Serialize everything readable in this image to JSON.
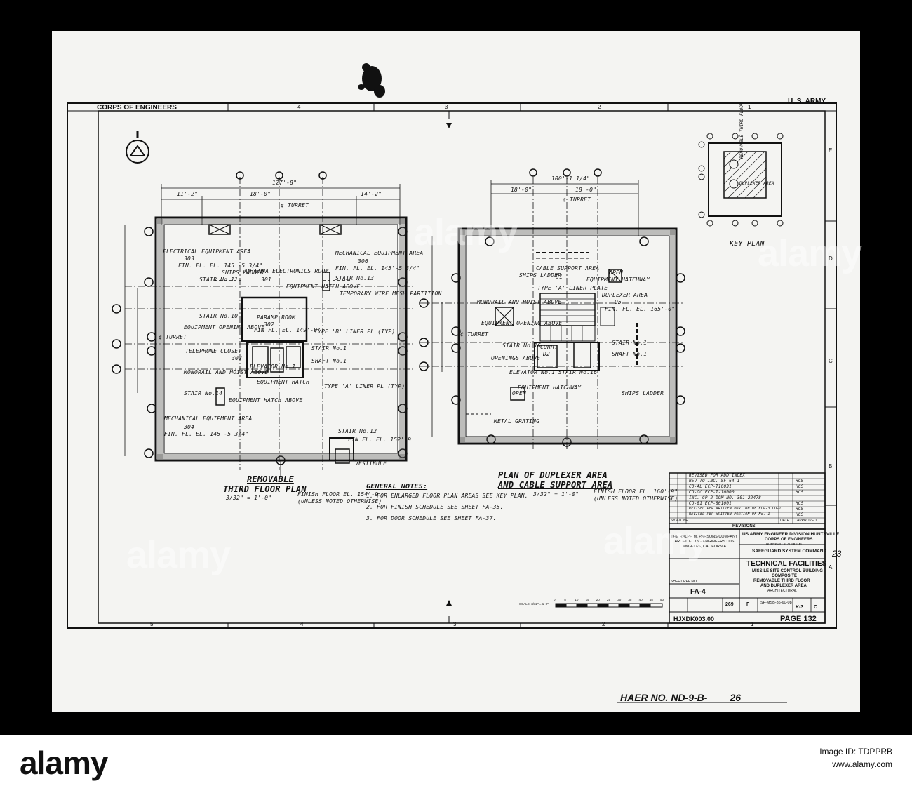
{
  "sheet": {
    "header_left": "CORPS OF ENGINEERS",
    "header_right": "U. S. ARMY",
    "zone_columns_top": [
      "4",
      "3",
      "2",
      "1"
    ],
    "zone_columns_bottom": [
      "5",
      "4",
      "3",
      "2",
      "1"
    ],
    "zone_rows": [
      "E",
      "D",
      "C",
      "B",
      "A"
    ],
    "page": "PAGE 132",
    "drawing_code": "HJXDK003.00",
    "side_number": "23",
    "haer_no": "HAER NO. ND-9-B-",
    "haer_suffix": "26"
  },
  "left_plan": {
    "title_line1": "REMOVABLE",
    "title_line2": "THIRD FLOOR PLAN",
    "scale": "3/32\" = 1'-0\"",
    "finish": "FINISH FLOOR EL. 154'-9",
    "unless": "(UNLESS NOTED OTHERWISE)",
    "dim_overall": "127'-8\"",
    "dim_a": "11'-2\"",
    "dim_b": "18'-0\"",
    "dim_c": "14'-2\"",
    "turret": "¢ TURRET",
    "rooms": [
      {
        "name": "ELECTRICAL EQUIPMENT AREA",
        "num": "303",
        "el": "FIN. FL. EL. 145'-5 3/4\""
      },
      {
        "name": "MECHANICAL EQUIPMENT AREA",
        "num": "306",
        "el": "FIN. FL. EL. 145'-5 3/4\""
      },
      {
        "name": "ANTENNA ELECTRONICS ROOM",
        "num": "301",
        "el": ""
      },
      {
        "name": "PARAMP ROOM",
        "num": "302",
        "el": "FIN FL. EL. 149'-9\""
      },
      {
        "name": "TELEPHONE CLOSET",
        "num": "302",
        "el": ""
      },
      {
        "name": "MECHANICAL EQUIPMENT AREA",
        "num": "304",
        "el": "FIN. FL. EL. 145'-5 3/4\""
      }
    ],
    "callouts": [
      "STAIR No.11",
      "SHIPS LADDER",
      "EQUIPMENT HATCH ABOVE",
      "STAIR No.13",
      "TEMPORARY WIRE MESH PARTITION",
      "STAIR No.10",
      "EQUIPMENT OPENING ABOVE",
      "TYPE 'B' LINER PL (TYP)",
      "STAIR No.1",
      "SHAFT No.1",
      "ELEVATOR No.1",
      "MONORAIL AND HOIST ABOVE",
      "EQUIPMENT HATCH",
      "STAIR No.14",
      "EQUIPMENT HATCH ABOVE",
      "TYPE 'A' LINER PL (TYP)",
      "STAIR No.12",
      "FIN FL. EL. 152'-9",
      "VESTIBULE"
    ]
  },
  "right_plan": {
    "title_line1": "PLAN OF DUPLEXER AREA",
    "title_line2": "AND CABLE SUPPORT AREA",
    "scale": "3/32\" = 1'-0\"",
    "finish": "FINISH FLOOR EL. 160'-9\"",
    "unless": "(UNLESS NOTED OTHERWISE)",
    "dim_overall": "100'-1 1/4\"",
    "dim_a": "18'-0\"",
    "dim_b": "18'-0\"",
    "turret": "¢ TURRET",
    "rooms": [
      {
        "name": "CABLE SUPPORT AREA",
        "num": "D1"
      },
      {
        "name": "DUPLEXER AREA",
        "num": "D5",
        "el": "FIN. FL. EL. 165'-0\""
      },
      {
        "name": "CORR.",
        "num": "D2"
      }
    ],
    "callouts": [
      "SHIPS LADDER",
      "OPEN",
      "EQUIPMENT HATCHWAY",
      "TYPE 'A' LINER PLATE",
      "MONORAIL AND HOIST ABOVE",
      "EQUIPMENT OPENING ABOVE",
      "STAIR No.1",
      "SHAFT No.1",
      "STAIR No.16",
      "OPENINGS ABOVE",
      "ELEVATOR No.1",
      "STAIR No.16",
      "EQUIPMENT HATCHWAY",
      "OPEN",
      "SHIPS LADDER",
      "METAL GRATING"
    ]
  },
  "general_notes": {
    "title": "GENERAL NOTES:",
    "items": [
      "1. FOR ENLARGED FLOOR PLAN AREAS SEE KEY PLAN.",
      "2. FOR FINISH SCHEDULE SEE SHEET FA-35.",
      "3. FOR DOOR SCHEDULE SEE SHEET FA-37."
    ]
  },
  "key_plan": {
    "title": "KEY PLAN",
    "label_a": "REMOVABLE THIRD FLOOR",
    "label_b": "DUPLEXER AREA"
  },
  "revisions": {
    "title": "REVISIONS",
    "rows": [
      {
        "desc": "REVISED FOR ADD INDEX",
        "date": "",
        "by": ""
      },
      {
        "desc": "REV TO INC. SF-64-1",
        "date": "",
        "by": "HCS"
      },
      {
        "desc": "CO-AL ECP-T10031",
        "date": "",
        "by": "HCS"
      },
      {
        "desc": "CO-OC ECP-T-10000",
        "date": "",
        "by": "HCS"
      },
      {
        "desc": "INC. GP-2 DOM NO. 301-22478",
        "date": "",
        "by": ""
      },
      {
        "desc": "CO-81 ECP-801001",
        "date": "",
        "by": "HCS"
      },
      {
        "desc": "REVISED PER WRITTEN PORTION OF ECP-3  CO-1",
        "date": "",
        "by": "HCS"
      },
      {
        "desc": "REVISED PER WRITTEN PORTION OF No.-1",
        "date": "",
        "by": "HCS"
      }
    ],
    "col_sym": "SYM",
    "col_zone": "ZONE",
    "col_date": "DATE",
    "col_approved": "APPROVED"
  },
  "title_block": {
    "firm": "THE RALPH M. PARSONS COMPANY ARCHITECTS - ENGINEERS LOS ANGELES, CALIFORNIA",
    "agency_line1": "US ARMY ENGINEER DIVISION HUNTSVILLE",
    "agency_line2": "CORPS OF ENGINEERS",
    "agency_line3": "HUNTSVILLE, ALABAMA",
    "command": "SAFEGUARD SYSTEM COMMAND",
    "title": "TECHNICAL FACILITIES",
    "sub1": "MISSILE SITE CONTROL BUILDING",
    "sub2": "COMPOSITE",
    "sub3": "REMOVABLE THIRD FLOOR",
    "sub4": "AND DUPLEXER AREA",
    "sub5": "ARCHITECTURAL",
    "sheet_ref_label": "SHEET REF NO",
    "sheet_ref": "FA-4",
    "file_no": "269",
    "size": "F",
    "dwg_no": "SF-MSB-35-60-08",
    "sheet": "K-3",
    "rev": "C",
    "scale_bar_label": "SCALE: 3/32\" = 1'-0\"",
    "scale_ticks": [
      "0",
      "5",
      "10",
      "15",
      "20",
      "25",
      "30",
      "35",
      "40",
      "45",
      "50"
    ]
  },
  "footer": {
    "brand": "alamy",
    "line1": "Image ID: TDPPRB",
    "line2": "www.alamy.com",
    "watermark": "alamy"
  }
}
